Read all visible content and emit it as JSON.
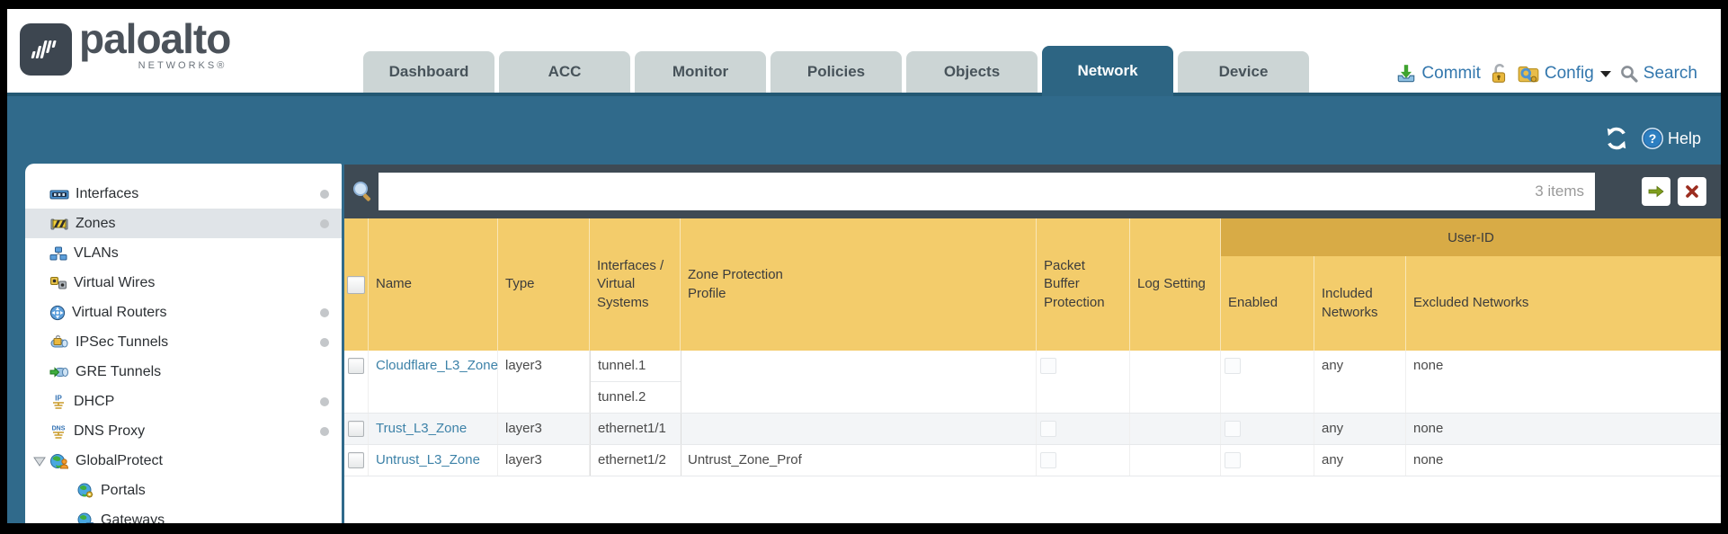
{
  "brand": {
    "name": "paloalto",
    "sub": "NETWORKS®"
  },
  "tabs": [
    "Dashboard",
    "ACC",
    "Monitor",
    "Policies",
    "Objects",
    "Network",
    "Device"
  ],
  "utilities": {
    "commit": "Commit",
    "config": "Config",
    "search": "Search",
    "help": "Help"
  },
  "toolbar": {
    "count": "3 items",
    "filter_value": ""
  },
  "sidebar": {
    "items": [
      {
        "label": "Interfaces"
      },
      {
        "label": "Zones"
      },
      {
        "label": "VLANs"
      },
      {
        "label": "Virtual Wires"
      },
      {
        "label": "Virtual Routers"
      },
      {
        "label": "IPSec Tunnels"
      },
      {
        "label": "GRE Tunnels"
      },
      {
        "label": "DHCP"
      },
      {
        "label": "DNS Proxy"
      },
      {
        "label": "GlobalProtect"
      },
      {
        "label": "Portals"
      },
      {
        "label": "Gateways"
      }
    ]
  },
  "table": {
    "group_header": "User-ID",
    "columns": {
      "name": "Name",
      "type": "Type",
      "interfaces": "Interfaces / Virtual Systems",
      "zpp": "Zone Protection Profile",
      "pbp": "Packet Buffer Protection",
      "log": "Log Setting",
      "enabled": "Enabled",
      "included": "Included Networks",
      "excluded": "Excluded Networks"
    },
    "rows": [
      {
        "name": "Cloudflare_L3_Zone",
        "type": "layer3",
        "interfaces": [
          "tunnel.1",
          "tunnel.2"
        ],
        "zpp": "",
        "log": "",
        "included": "any",
        "excluded": "none"
      },
      {
        "name": "Trust_L3_Zone",
        "type": "layer3",
        "interfaces": [
          "ethernet1/1"
        ],
        "zpp": "",
        "log": "",
        "included": "any",
        "excluded": "none"
      },
      {
        "name": "Untrust_L3_Zone",
        "type": "layer3",
        "interfaces": [
          "ethernet1/2"
        ],
        "zpp": "Untrust_Zone_Prof",
        "log": "",
        "included": "any",
        "excluded": "none"
      }
    ]
  },
  "colors": {
    "band_teal": "#306A8B",
    "active_tab": "#2D6583",
    "header_orange": "#F3CC6B",
    "user_id_band": "#D8AB46",
    "toolbar_dark": "#3E4A54",
    "link_blue": "#3D82A8"
  }
}
